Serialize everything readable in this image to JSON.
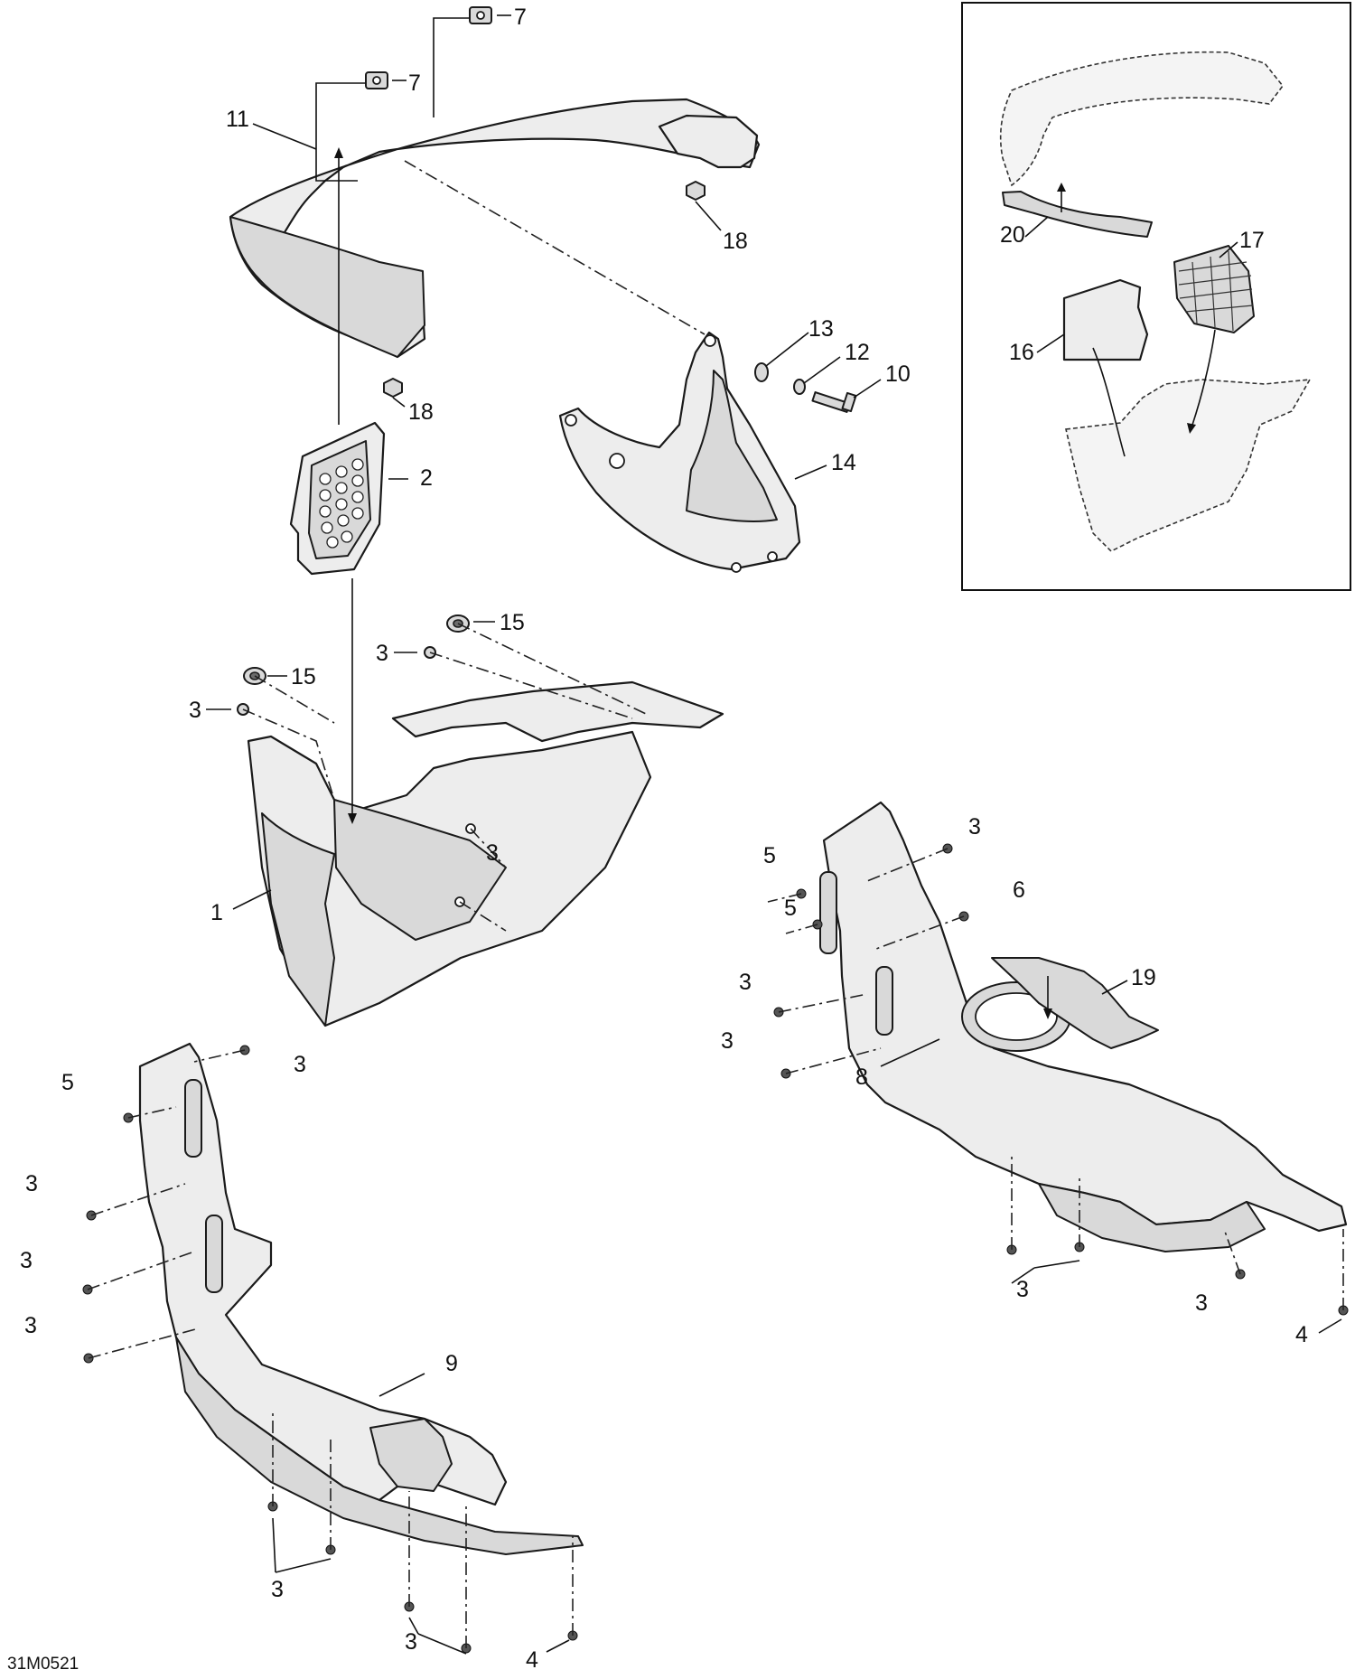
{
  "diagram": {
    "drawing_code": "31M0521",
    "callouts": {
      "c1": "1",
      "c2": "2",
      "c3a": "3",
      "c3b": "3",
      "c3c": "3",
      "c3d": "3",
      "c3e": "3",
      "c3f": "3",
      "c3g": "3",
      "c3h": "3",
      "c3i": "3",
      "c3j": "3",
      "c3k": "3",
      "c3l": "3",
      "c3m": "3",
      "c3n": "3",
      "c4a": "4",
      "c4b": "4",
      "c5a": "5",
      "c5b": "5",
      "c5c": "5",
      "c6": "6",
      "c7a": "7",
      "c7b": "7",
      "c8": "8",
      "c9": "9",
      "c10": "10",
      "c11": "11",
      "c12": "12",
      "c13": "13",
      "c14": "14",
      "c15a": "15",
      "c15b": "15",
      "c16": "16",
      "c17": "17",
      "c18a": "18",
      "c18b": "18",
      "c19": "19",
      "c20": "20"
    }
  }
}
